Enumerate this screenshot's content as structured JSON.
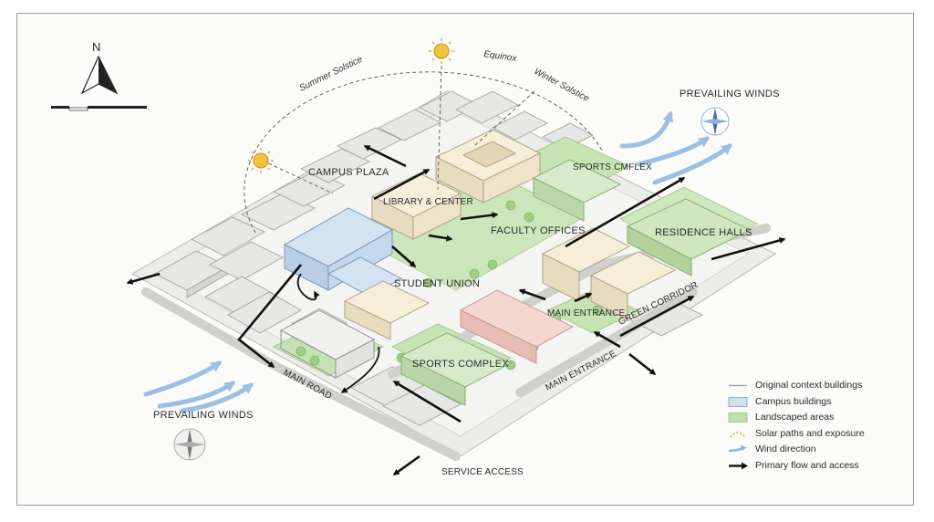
{
  "diagram": {
    "compass_north_label": "N",
    "sun_path_labels": {
      "summer": "Summer Solstice",
      "equinox": "Equinox",
      "winter": "Winter Solstice"
    },
    "wind_labels": {
      "top_right": "PREVAILING WINDS",
      "bottom_left": "PREVAILING WINDS"
    },
    "buildings": {
      "campus_plaza": "CAMPUS PLAZA",
      "library": "LIBRARY & CENTER",
      "faculty": "FACULTY OFFICES",
      "student_union": "STUDENT UNION",
      "sports_top": "SPORTS CMFLEX",
      "residence": "RESIDENCE HALLS",
      "main_entrance_bldg": "MAIN ENTRANCE",
      "sports_bottom": "SPORTS COMPLEX"
    },
    "roads": {
      "main_road": "MAIN ROAD",
      "main_entrance_road": "MAIN ENTRANCE",
      "green_corridor": "GREEN CORRIDOR",
      "service_access": "SERVICE ACCESS"
    }
  },
  "legend": [
    {
      "label": "Original context buildings",
      "symbol": "thin-line",
      "color": "#9a9a9a"
    },
    {
      "label": "Campus buildings",
      "symbol": "swatch",
      "color": "#cfe0ee"
    },
    {
      "label": "Landscaped areas",
      "symbol": "swatch",
      "color": "#bfe0ad"
    },
    {
      "label": "Solar paths and exposure",
      "symbol": "solar-dash",
      "color": "#e8a53a"
    },
    {
      "label": "Wind direction",
      "symbol": "wind-arrow",
      "color": "#8fb4d8"
    },
    {
      "label": "Primary flow and access",
      "symbol": "black-arrow",
      "color": "#111111"
    }
  ],
  "colors": {
    "campus_blue": "#c9dcef",
    "landscape_green": "#c4e2b3",
    "cream": "#f3ead3",
    "pink": "#f1cfc9",
    "context_gray": "#e6e6e4",
    "sun": "#f2c23c",
    "wind": "#9cc0e2"
  }
}
